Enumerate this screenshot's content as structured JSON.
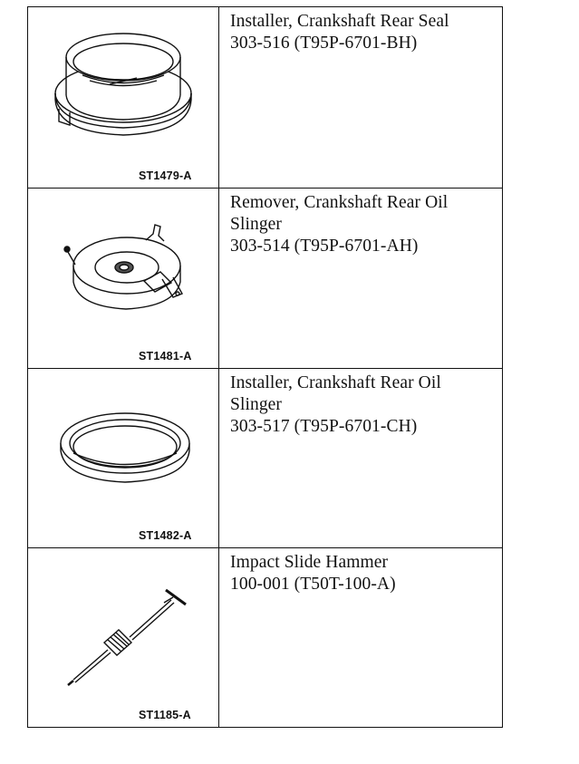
{
  "tools": [
    {
      "figure_id": "ST1479-A",
      "lines": [
        "Installer, Crankshaft Rear Seal",
        "303-516 (T95P-6701-BH)"
      ],
      "illustration": "crankshaft-rear-seal-installer"
    },
    {
      "figure_id": "ST1481-A",
      "lines": [
        "Remover, Crankshaft Rear Oil",
        "Slinger",
        "303-514 (T95P-6701-AH)"
      ],
      "illustration": "oil-slinger-remover"
    },
    {
      "figure_id": "ST1482-A",
      "lines": [
        "Installer, Crankshaft Rear Oil",
        "Slinger",
        "303-517 (T95P-6701-CH)"
      ],
      "illustration": "oil-slinger-installer"
    },
    {
      "figure_id": "ST1185-A",
      "lines": [
        "Impact Slide Hammer",
        "100-001 (T50T-100-A)"
      ],
      "illustration": "impact-slide-hammer"
    }
  ]
}
